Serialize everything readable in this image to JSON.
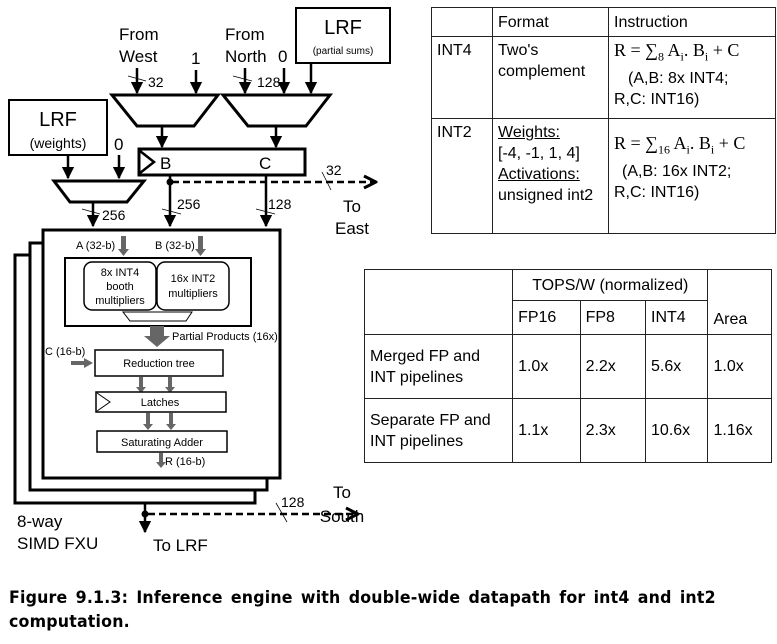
{
  "diagram": {
    "from_west": [
      "From",
      "West"
    ],
    "from_north": [
      "From",
      "North"
    ],
    "const_one": "1",
    "const_zero_top": "0",
    "const_zero_left": "0",
    "lrf_partial": {
      "title": "LRF",
      "subtitle": "(partial sums)"
    },
    "lrf_weights": {
      "title": "LRF",
      "subtitle": "(weights)"
    },
    "width_west": "32",
    "width_north": "128",
    "width_weights": "256",
    "width_b": "256",
    "width_c": "128",
    "width_east": "32",
    "width_south": "128",
    "reg_b": "B",
    "reg_c": "C",
    "to_east": [
      "To",
      "East"
    ],
    "to_south": [
      "To",
      "South"
    ],
    "to_lrf": "To LRF",
    "simd_label": [
      "8-way",
      "SIMD FXU"
    ],
    "fxu": {
      "input_a": "A (32-b)",
      "input_b": "B (32-b)",
      "mult_int4": [
        "8x INT4",
        "booth",
        "multipliers"
      ],
      "mult_int2": [
        "16x INT2",
        "multipliers"
      ],
      "partial_products": "Partial Products (16x)",
      "input_c": "C (16-b)",
      "reduction_tree": "Reduction tree",
      "latches": "Latches",
      "saturating_adder": "Saturating Adder",
      "output_r": "R (16-b)"
    }
  },
  "format_table": {
    "headers": [
      "",
      "Format",
      "Instruction"
    ],
    "rows": [
      {
        "type": "INT4",
        "format": [
          "Two's",
          "complement"
        ],
        "eq_sub": "8",
        "eq_note": [
          "(A,B: 8x INT4;",
          "R,C: INT16)"
        ]
      },
      {
        "type": "INT2",
        "weights_label": "Weights:",
        "weights_values": "[-4, -1, 1, 4]",
        "activations_label": "Activations:",
        "activations_values": "unsigned int2",
        "eq_sub": "16",
        "eq_note": [
          "(A,B: 16x INT2;",
          "R,C: INT16)"
        ]
      }
    ]
  },
  "perf_table": {
    "group_header": "TOPS/W (normalized)",
    "columns": [
      "FP16",
      "FP8",
      "INT4",
      "Area"
    ],
    "rows": [
      {
        "label": [
          "Merged FP and",
          "INT pipelines"
        ],
        "values": [
          "1.0x",
          "2.2x",
          "5.6x",
          "1.0x"
        ]
      },
      {
        "label": [
          "Separate FP and",
          "INT pipelines"
        ],
        "values": [
          "1.1x",
          "2.3x",
          "10.6x",
          "1.16x"
        ]
      }
    ]
  },
  "caption": "Figure 9.1.3: Inference engine with double-wide datapath for int4 and int2 computation."
}
